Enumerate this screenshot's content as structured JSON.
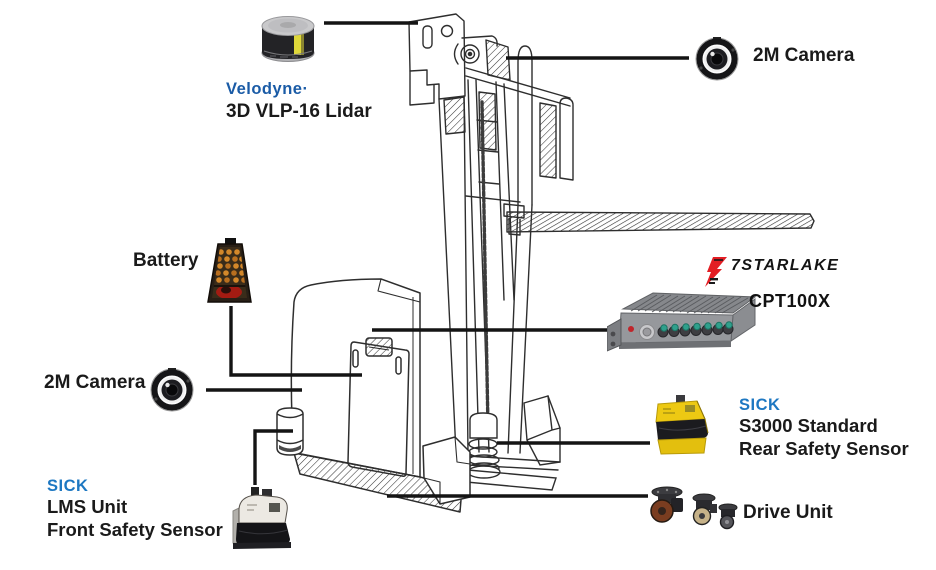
{
  "labels": {
    "lidar": {
      "brand": "Velodyne·",
      "name": "3D VLP-16 Lidar"
    },
    "camera_right": {
      "name": "2M Camera"
    },
    "battery": {
      "name": "Battery"
    },
    "computer": {
      "brand": "7STARLAKE",
      "model": "CPT100X"
    },
    "camera_left": {
      "name": "2M Camera"
    },
    "rear_sensor": {
      "brand": "SICK",
      "model": "S3000 Standard",
      "name": "Rear Safety Sensor"
    },
    "front_sensor": {
      "brand": "SICK",
      "model": "LMS Unit",
      "name": "Front Safety Sensor"
    },
    "drive_unit": {
      "name": "Drive Unit"
    }
  },
  "colors": {
    "velodyne_blue": "#1a5ba6",
    "sick_blue": "#1e78c2",
    "starlake_red": "#e31e24",
    "label_text": "#1a1a1a",
    "background": "#ffffff"
  }
}
